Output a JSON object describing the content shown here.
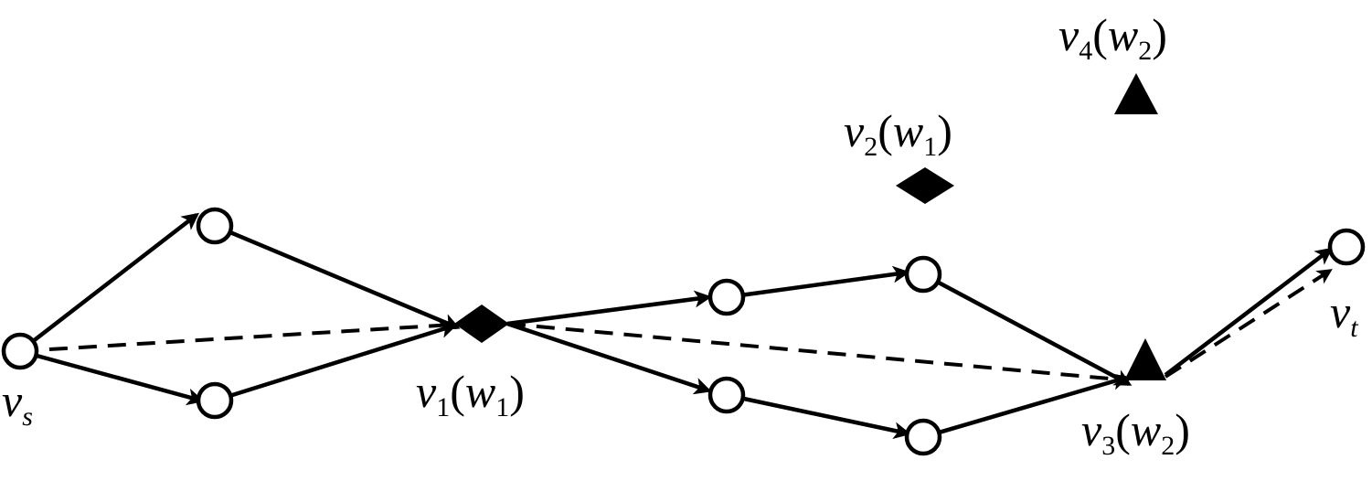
{
  "diagram": {
    "labels": {
      "vs": {
        "var": "v",
        "sub": "s"
      },
      "vt": {
        "var": "v",
        "sub": "t"
      },
      "v1": {
        "var": "v",
        "sub": "1",
        "open": "(",
        "var2": "w",
        "sub2": "1",
        "close": ")"
      },
      "v2": {
        "var": "v",
        "sub": "2",
        "open": "(",
        "var2": "w",
        "sub2": "1",
        "close": ")"
      },
      "v3": {
        "var": "v",
        "sub": "3",
        "open": "(",
        "var2": "w",
        "sub2": "2",
        "close": ")"
      },
      "v4": {
        "var": "v",
        "sub": "4",
        "open": "(",
        "var2": "w",
        "sub2": "2",
        "close": ")"
      }
    },
    "colors": {
      "stroke": "#000000",
      "node_fill": "#ffffff",
      "marker_fill": "#000000"
    }
  }
}
